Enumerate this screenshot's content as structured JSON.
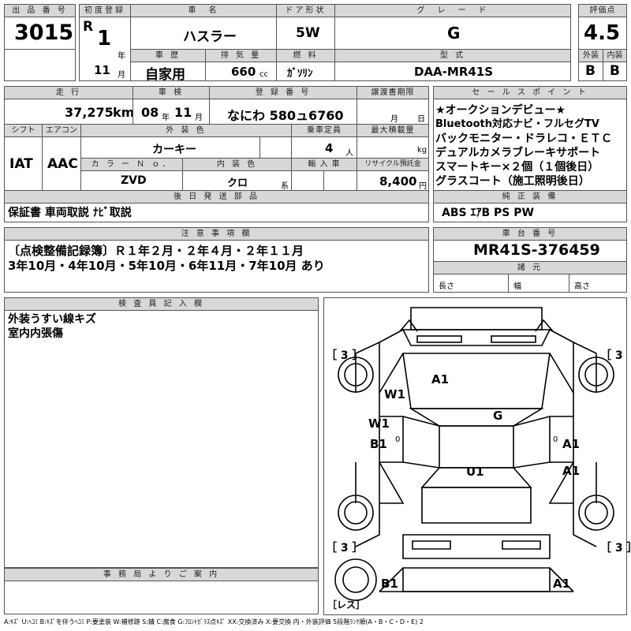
{
  "headers": {
    "lot_no": "出 品 番 号",
    "first_reg": "初度登録",
    "car_name": "車　名",
    "door": "ドア形状",
    "grade": "グ　レ　ー　ド",
    "rating": "評価点",
    "history": "車 歴",
    "displacement": "排 気 量",
    "fuel": "燃 料",
    "model_type": "型 式",
    "exterior": "外装",
    "interior": "内装",
    "mileage": "走 行",
    "inspection": "車 検",
    "reg_no": "登 録 番 号",
    "transfer": "譲渡書期限",
    "sales_point": "セ ー ル ス ポ イ ン ト",
    "shift": "シフト",
    "aircon": "エアコン",
    "ext_color": "外 装 色",
    "capacity": "乗車定員",
    "max_load": "最大積載量",
    "color_no": "カ ラ ー Ｎ ｏ．",
    "int_color": "内 装 色",
    "import": "輸 入 車",
    "recycle": "リサイクル預託金",
    "later_parts": "後 日 発 送 部 品",
    "genuine": "純 正 装 備",
    "notes": "注 意 事 項 欄",
    "chassis_no": "車 台 番 号",
    "specs": "諸 元",
    "inspector": "検 査 員 記 入 欄",
    "office": "事 務 局 よ り ご 案 内"
  },
  "lot_number": "3015",
  "first_reg": {
    "era": "R",
    "year": "1",
    "year_unit": "年",
    "month": "11",
    "month_unit": "月"
  },
  "car_name": "ハスラー",
  "door": "5W",
  "grade": "G",
  "rating": {
    "score": "4.5",
    "exterior": "B",
    "interior": "B"
  },
  "history": "自家用",
  "displacement": {
    "value": "660",
    "unit": "cc"
  },
  "fuel": "ｶﾞｿﾘﾝ",
  "model_type": "DAA-MR41S",
  "mileage": {
    "value": "37,275",
    "unit": "km"
  },
  "inspection": {
    "year": "08",
    "year_unit": "年",
    "month": "11",
    "month_unit": "月"
  },
  "reg_no": "なにわ 580ュ6760",
  "transfer": {
    "month_unit": "月",
    "day_unit": "日"
  },
  "sales_points": [
    "★オークションデビュー★",
    "Bluetooth対応ナビ・フルセグTV",
    "バックモニター・ドラレコ・ＥＴＣ",
    "デュアルカメラブレーキサポート",
    "スマートキー×２個（１個後日）",
    "グラスコート（施工照明後日）"
  ],
  "shift": "IAT",
  "aircon": "AAC",
  "ext_color": "カーキー",
  "capacity": {
    "value": "4",
    "unit": "人"
  },
  "max_load": {
    "unit": "kg"
  },
  "color_no": "ZVD",
  "int_color": {
    "value": "クロ",
    "unit": "系"
  },
  "recycle": {
    "value": "8,400",
    "unit": "円"
  },
  "later_parts": "保証書 車両取説 ﾅﾋﾞ取説",
  "genuine": "ABS ｴｱB PS PW",
  "notes": [
    "〔点検整備記録簿〕Ｒ１年２月・２年４月・２年１１月",
    "3年10月・4年10月・5年10月・6年11月・7年10月 あり"
  ],
  "chassis_no": "MR41S-376459",
  "specs": {
    "length": "長さ",
    "width": "幅",
    "height": "高さ"
  },
  "inspector_notes": [
    "外装うすい線キズ",
    "室内内張傷"
  ],
  "diagram": {
    "tread_fl": "［ 3 ］",
    "tread_fr": "［ 3",
    "tread_rl": "［ 3 ］",
    "tread_rr": "［ 3 ］",
    "marks": {
      "hood": "A1",
      "fender_left": "W1",
      "front_door_left": "W1",
      "rear_door_left": "B1",
      "roof": "G",
      "front_door_right": "A1",
      "rear_door_right": "A1",
      "trunk": "U1",
      "rear_bumper_left": "B1",
      "rear_bumper_right": "A1"
    },
    "small_zero": "0",
    "less": "［レス］"
  },
  "legend": "A:ｷｽﾞ  U:ﾍｺﾐ  B:ｷｽﾞを伴うﾍｺﾐ  P:要塗装  W:補修跡  S:錆  C:腐食  G:ﾌﾛﾝﾄｶﾞﾗｽ点ｷｽﾞ  XX:交換済み  X:要交換  内・外装評価  5段階ﾗﾝｸ順(A・B・C・D・E)  2"
}
